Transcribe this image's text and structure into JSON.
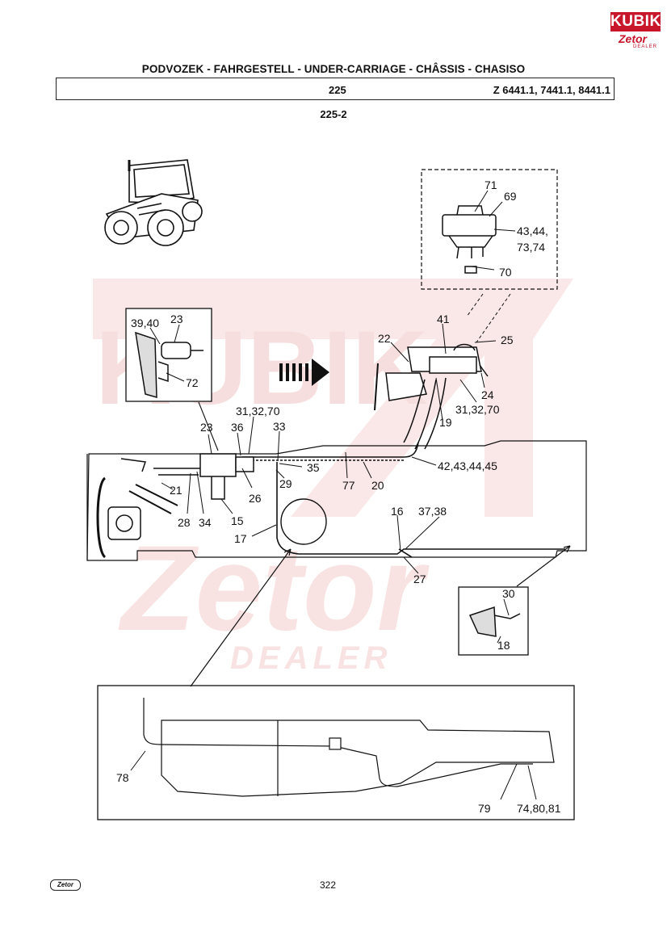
{
  "header": {
    "title": "PODVOZEK - FAHRGESTELL - UNDER-CARRIAGE - CHÂSSIS - CHASISO",
    "section": "225",
    "models": "Z 6441.1, 7441.1, 8441.1",
    "subsection": "225-2"
  },
  "logo": {
    "name": "KUBIK",
    "brand": "Zetor",
    "sub": "DEALER"
  },
  "footer": {
    "page": "322",
    "logo": "Zetor"
  },
  "watermark": {
    "top": "KUBIK",
    "middle": "Zetor",
    "bottom": "DEALER"
  },
  "callouts": {
    "c71": "71",
    "c69": "69",
    "c43_44_73_74_a": "43,44,",
    "c43_44_73_74_b": "73,74",
    "c70a": "70",
    "c41": "41",
    "c22": "22",
    "c25": "25",
    "c24": "24",
    "c31_32_70a": "31,32,70",
    "c19": "19",
    "c39_40": "39,40",
    "c23a": "23",
    "c72": "72",
    "c31_32_70b": "31,32,70",
    "c33": "33",
    "c23b": "23",
    "c36": "36",
    "c35": "35",
    "c29": "29",
    "c77": "77",
    "c20": "20",
    "c42_45": "42,43,44,45",
    "c21": "21",
    "c28": "28",
    "c34": "34",
    "c15": "15",
    "c26": "26",
    "c17": "17",
    "c16": "16",
    "c37_38": "37,38",
    "c27": "27",
    "c30": "30",
    "c18": "18",
    "c78": "78",
    "c79": "79",
    "c74_80_81": "74,80,81"
  },
  "colors": {
    "ink": "#111111",
    "watermark": "#f3c9c9",
    "brand": "#c8162b"
  },
  "icons": [
    "kubik-logo",
    "tractor-illustration",
    "direction-arrow-icon",
    "zetor-footer-logo"
  ]
}
